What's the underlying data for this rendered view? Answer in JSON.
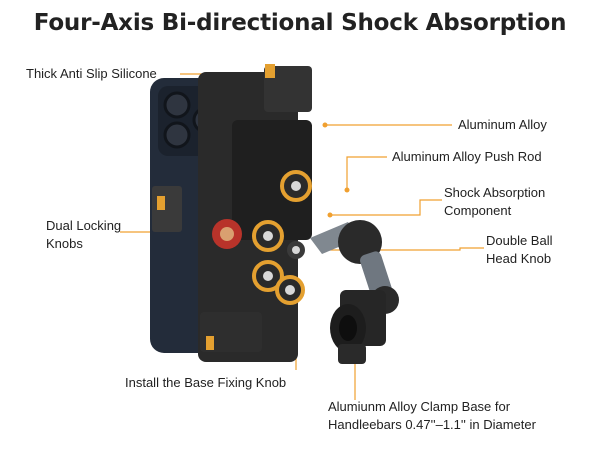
{
  "title": "Four-Axis Bi-directional Shock Absorption",
  "accent_color": "#f0a030",
  "labels": {
    "anti_slip": "Thick Anti Slip Silicone",
    "aluminum_alloy": "Aluminum Alloy",
    "push_rod": "Aluminum Alloy Push Rod",
    "shock_line1": "Shock Absorption",
    "shock_line2": "Component",
    "locking_line1": "Dual Locking",
    "locking_line2": "Knobs",
    "ball_line1": "Double Ball",
    "ball_line2": "Head Knob",
    "base_knob": "Install the Base Fixing Knob",
    "clamp_line1": "Alumiunm Alloy Clamp Base for",
    "clamp_line2": "Handleebars 0.47''–1.1'' in Diameter"
  }
}
